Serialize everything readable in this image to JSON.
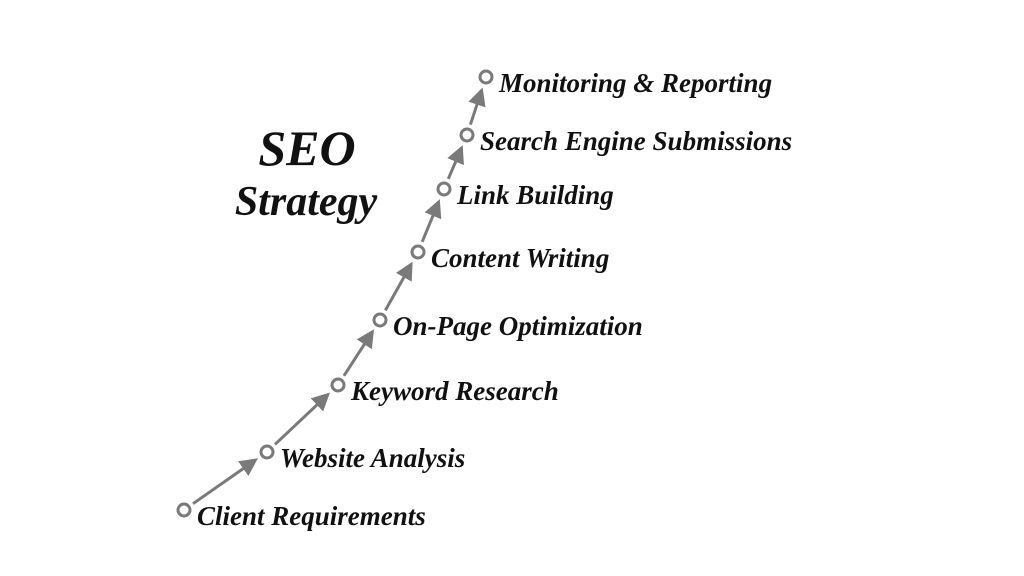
{
  "title": {
    "line1": "SEO",
    "line2": "Strategy"
  },
  "colors": {
    "marker": "#7a7a7a",
    "text": "#111111"
  },
  "steps": [
    {
      "label": "Client Requirements"
    },
    {
      "label": "Website Analysis"
    },
    {
      "label": "Keyword Research"
    },
    {
      "label": "On-Page Optimization"
    },
    {
      "label": "Content Writing"
    },
    {
      "label": "Link Building"
    },
    {
      "label": "Search Engine Submissions"
    },
    {
      "label": "Monitoring & Reporting"
    }
  ]
}
